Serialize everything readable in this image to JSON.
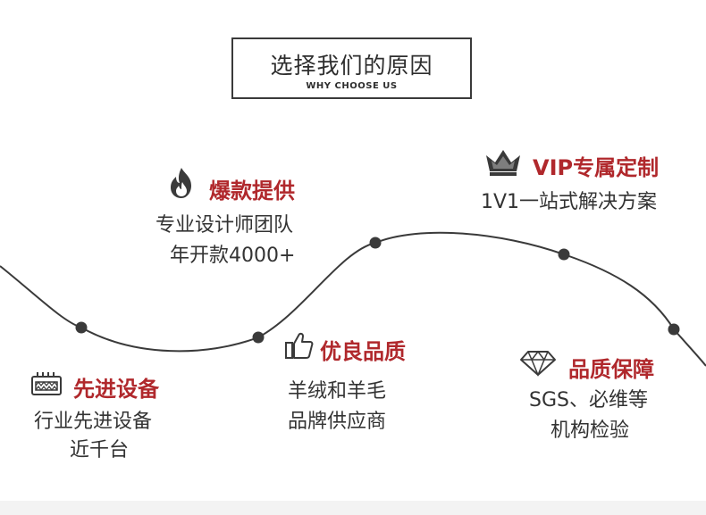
{
  "header": {
    "title": "选择我们的原因",
    "subtitle": "WHY CHOOSE US"
  },
  "features": [
    {
      "id": "hot",
      "icon": "flame-icon",
      "title": "爆款提供",
      "lines": [
        "专业设计师团队",
        "年开款4000+"
      ]
    },
    {
      "id": "vip",
      "icon": "crown-icon",
      "title": "VIP专属定制",
      "lines": [
        "1V1一站式解决方案"
      ]
    },
    {
      "id": "quality",
      "icon": "thumbs-up-icon",
      "title": "优良品质",
      "lines": [
        "羊绒和羊毛",
        "品牌供应商"
      ]
    },
    {
      "id": "equipment",
      "icon": "knitting-machine-icon",
      "title": "先进设备",
      "lines": [
        "行业先进设备",
        "近千台"
      ]
    },
    {
      "id": "assurance",
      "icon": "diamond-icon",
      "title": "品质保障",
      "lines": [
        "SGS、必维等",
        "机构检验"
      ]
    }
  ],
  "colors": {
    "accent": "#b0282c",
    "text": "#333333",
    "line": "#3a3a3a",
    "band": "#f3f3f3"
  }
}
